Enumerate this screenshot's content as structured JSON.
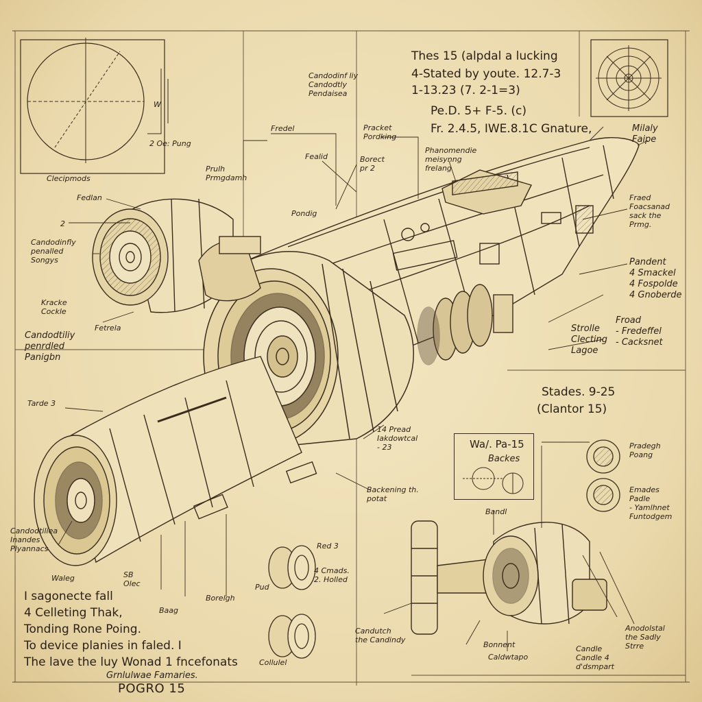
{
  "header_notes": {
    "line1": "Thes 15 (alpdal a lucking",
    "line2": "4-Stated by youte. 12.7-3",
    "line3": "1-13.23 (7. 2-1=3)",
    "line4": "Pe.D. 5+ F-5. (c)",
    "line5": "Fr. 2.4.5, IWE.8.1C Gnature,"
  },
  "bottom_notes": {
    "line1": "I sagonecte fall",
    "line2": "4 Celleting Thak,",
    "line3": "Tonding Rone Poing.",
    "line4": "To device planies in faled. I",
    "line5": "The lave the luy Wonad 1 fncefonats",
    "line6": "Grnlulwae Famaries.",
    "signature": "POGRO 15"
  },
  "mid_notes": {
    "stades": "Stades. 9-25",
    "clantor": "(Clantor 15)"
  },
  "inset_box": {
    "title": "Wa/. Pa-15",
    "subtitle": "Backes"
  },
  "callouts": {
    "circle_caption": "Clecipmods",
    "circle_mark": "2 Oe: Pung",
    "circle_w": "W",
    "cond1": "Candodinf liy\nCandodtly\nPendaisea",
    "fredel": "Fredel",
    "pracket": "Pracket\nPordking",
    "phanom": "Phanomendie\nmeisynng\nfrelang",
    "fealid": "Fealid",
    "borect": "Borect\npr 2",
    "milalty": "Milaly\nFaipe",
    "prulh": "Prulh\nPrmgdamh",
    "fedlan": "Fedlan",
    "two": "2",
    "pondig": "Pondig",
    "cond2": "Candodinfly\npenalled\nSongys",
    "kracke": "Kracke\nCockle",
    "fetrela": "Fetrela",
    "cond3": "Candodtiliy\npenrdled\nPanigbn",
    "fraed": "Fraed\nFoacsanad\nsack the\nPrmg.",
    "pandent": "Pandent\n4 Smackel\n4 Fospolde\n4 Gnoberde",
    "strolle": "Strolle\nClecting\nLagoe",
    "froad": "Froad\n- Fredeffel\n- Cacksnet",
    "tarde": "Tarde 3",
    "pread": "14 Pread\nIakdowtcal\n- 23",
    "prad_rpc": "Pradegh\nPoang",
    "emades": "Emades\nPadle\n- Yamlhnet\nFuntodgem",
    "backen": "Backening th.\npotat",
    "cand_bot": "Candodtiliea\nInandes\nPlyannacs",
    "waleg": "Waleg",
    "sbolc": "SB\nOlec",
    "baag": "Baag",
    "borelgh": "Borelgh",
    "red3": "Red 3",
    "ind": "Pud",
    "cmads": "4 Cmads.\n2. Holled",
    "candutch": "Candutch\nthe Candindy",
    "collulel": "Collulel",
    "bonnent": "Bonnent",
    "coaldd": "Caldwtapo",
    "candle": "Candle\nCandle 4\nd'dsmpart",
    "anodol": "Anodolstal\nthe Sadly\nStrre",
    "bandl": "Bandl"
  }
}
